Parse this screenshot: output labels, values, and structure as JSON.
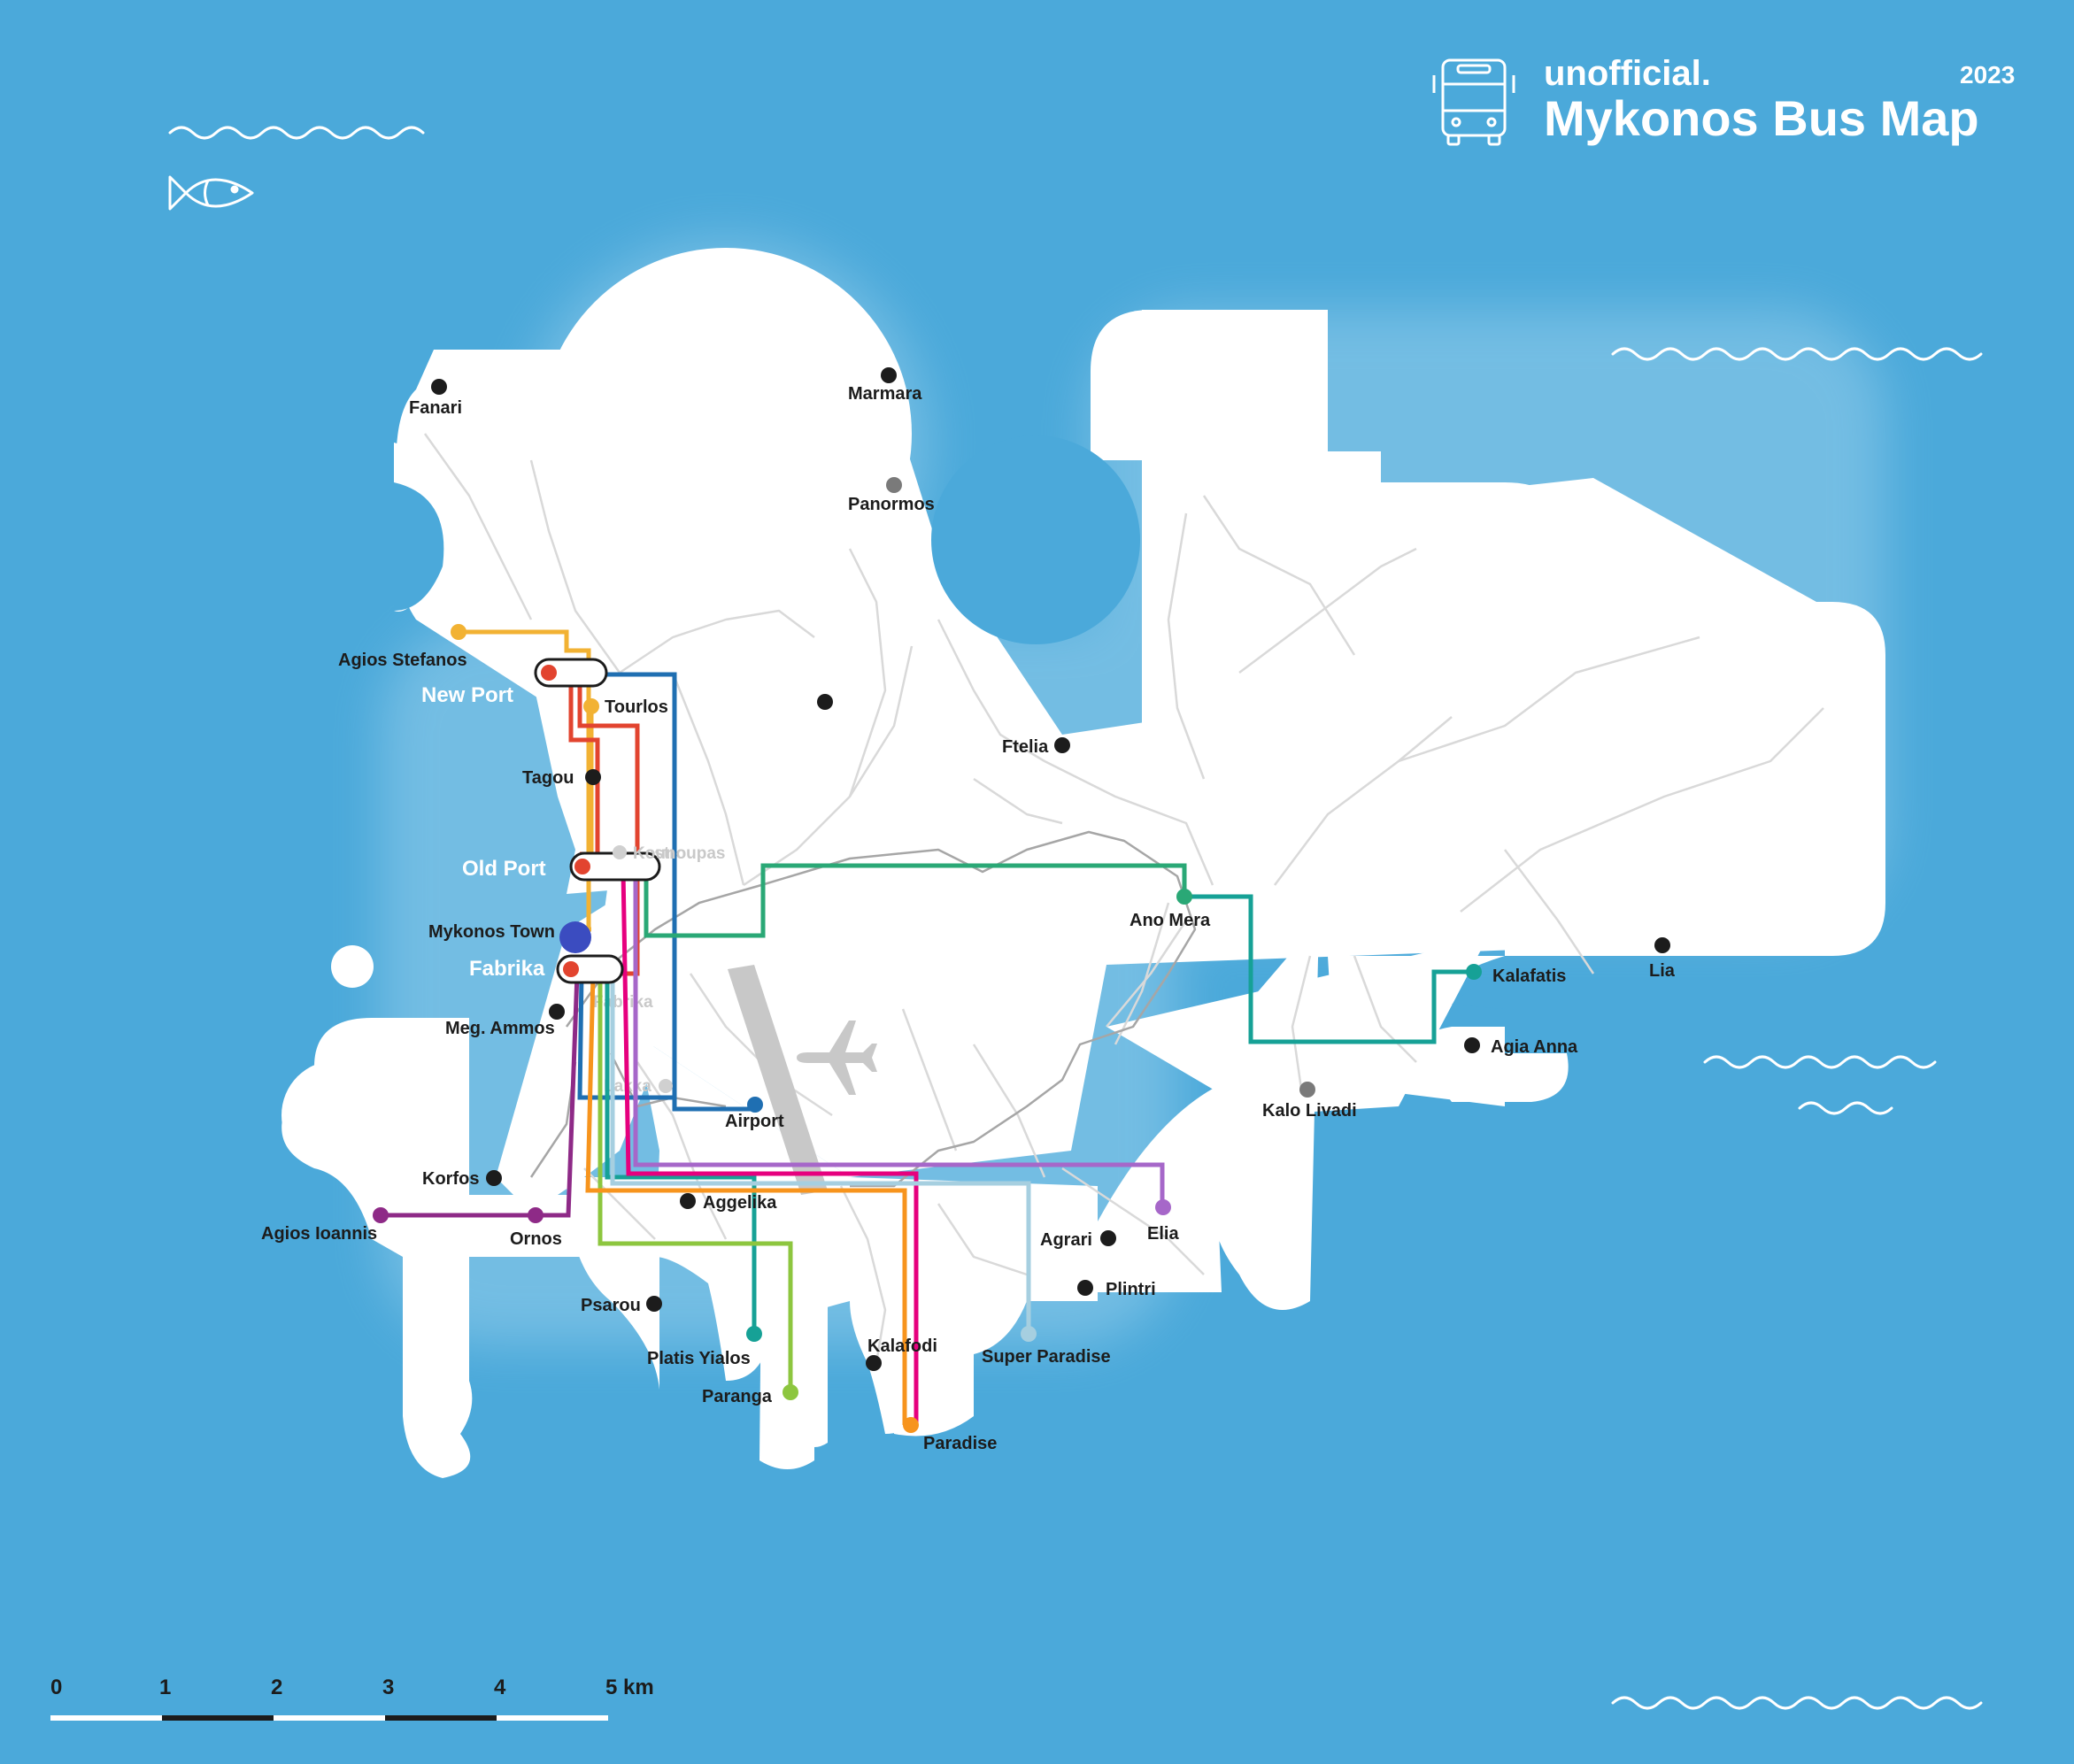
{
  "header": {
    "prefix": "unofficial.",
    "title": "Mykonos Bus Map",
    "year": "2023"
  },
  "hubs": {
    "new_port": "New Port",
    "old_port": "Old Port",
    "fabrika": "Fabrika",
    "mykonos_town": "Mykonos Town"
  },
  "places": {
    "fanari": "Fanari",
    "marmara": "Marmara",
    "panormos": "Panormos",
    "agios_stefanos": "Agios Stefanos",
    "tourlos": "Tourlos",
    "tagou": "Tagou",
    "kounoupas": "Kounoupas",
    "ftelia": "Ftelia",
    "ano_mera": "Ano Mera",
    "kalafatis": "Kalafatis",
    "lia": "Lia",
    "agia_anna": "Agia Anna",
    "kalo_livadi": "Kalo Livadi",
    "meg_ammos": "Meg. Ammos",
    "airport": "Airport",
    "korfos": "Korfos",
    "agios_ioannis": "Agios Ioannis",
    "ornos": "Ornos",
    "aggelika": "Aggelika",
    "agrari": "Agrari",
    "elia": "Elia",
    "plintri": "Plintri",
    "psarou": "Psarou",
    "platis_yialos": "Platis Yialos",
    "paranga": "Paranga",
    "kalafodi": "Kalafodi",
    "super_paradise": "Super Paradise",
    "paradise": "Paradise"
  },
  "ghost_labels": {
    "kastro": "Kastro",
    "fabrika_area": "Fabrika",
    "lakka": "Lakka"
  },
  "scale": {
    "ticks": [
      "0",
      "1",
      "2",
      "3",
      "4",
      "5 km"
    ]
  },
  "colors": {
    "sea": "#4ba9da",
    "land": "#ffffff",
    "route_yellow": "#f2b233",
    "route_red": "#e2442f",
    "route_blue": "#1f6fb2",
    "route_green": "#2aa876",
    "route_teal": "#16a196",
    "route_lime": "#8dc63f",
    "route_orange": "#f7941d",
    "route_magenta": "#e6007e",
    "route_purple": "#8e2a87",
    "route_lilac": "#a667c9",
    "route_lightblue": "#a6cfe0",
    "town_dot": "#3b4cc0"
  }
}
